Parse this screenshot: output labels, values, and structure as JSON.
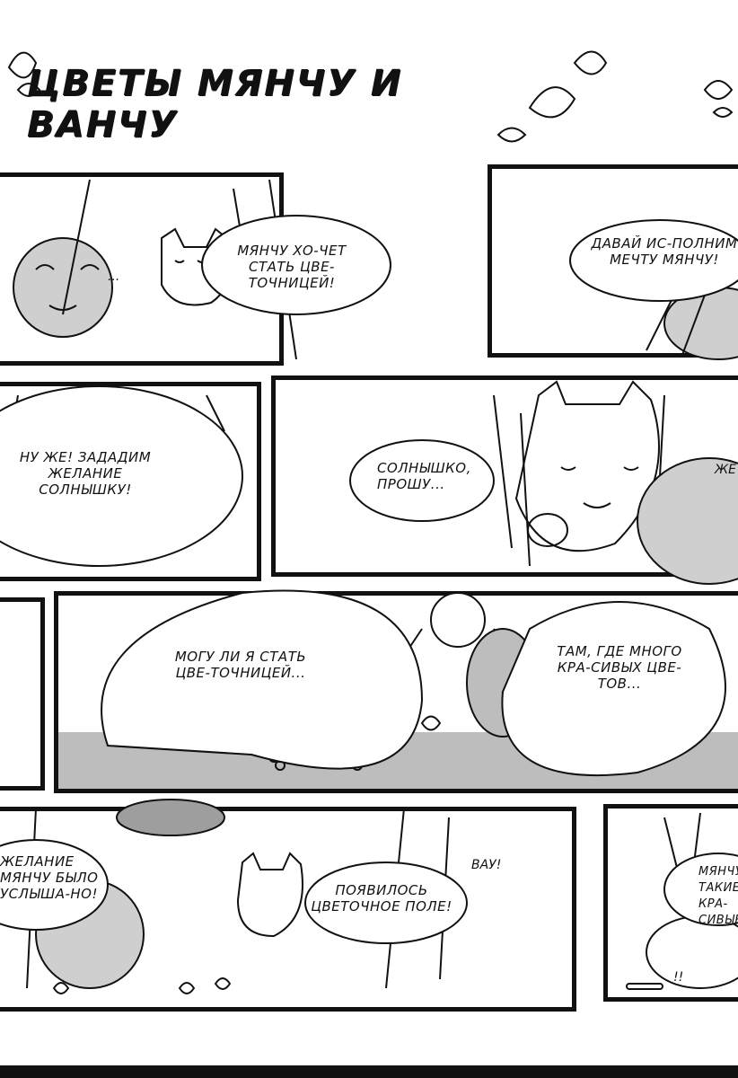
{
  "title": "Цветы Мянчу и Ванчу",
  "panels": {
    "p1": {
      "text": "Мянчу хо-чет стать цве-точницей!",
      "sfx": "..."
    },
    "p2": {
      "text": "Давай ис-полним мечту Мянчу!"
    },
    "p3": {
      "text": "Ну же! Зададим желание солнышку!"
    },
    "p4": {
      "text": "Солнышко, прошу...",
      "sfx": "Же"
    },
    "p5": {
      "text_left": "Могу ли я стать цве-точницей...",
      "text_right": "Там, где много кра-сивых цве-тов..."
    },
    "p6": {
      "text_left": "Желание Мянчу было услыша-но!",
      "text_mid": "Появилось цветочное поле!",
      "sfx": "Вау!"
    },
    "p7": {
      "text": "Мянчу, такие кра-сивые!",
      "sfx": "!!"
    }
  }
}
